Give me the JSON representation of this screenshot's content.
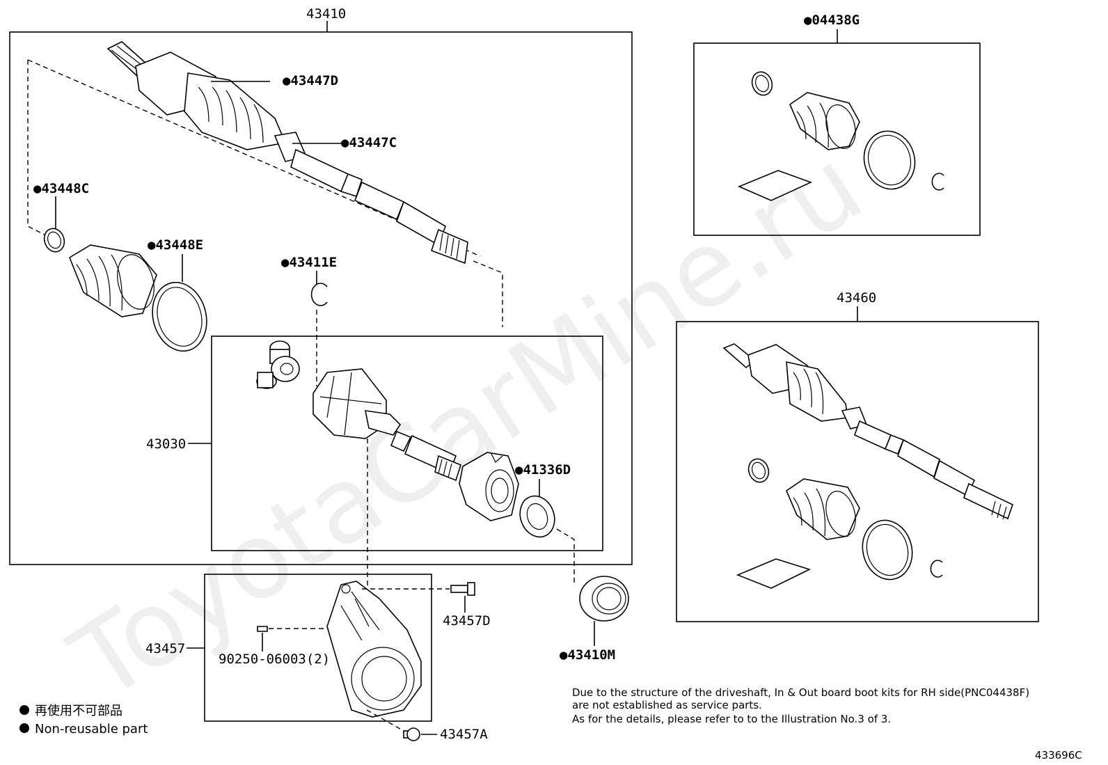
{
  "watermark": "ToyotaCarMine.ru",
  "diagram_code": "433696C",
  "legend": {
    "japanese": "再使用不可部品",
    "english": "Non-reusable part"
  },
  "note": {
    "line1": "Due to the structure of the driveshaft, In & Out board  boot kits for RH side(PNC04438F)",
    "line2": "are not established as service parts.",
    "line3": "As for the details, please refer to to the Illustration No.3 of 3."
  },
  "parts": {
    "p43410": "43410",
    "p43447D": "43447D",
    "p43447C": "43447C",
    "p43448C": "43448C",
    "p43448E": "43448E",
    "p43411E": "43411E",
    "p43030": "43030",
    "p41336D": "41336D",
    "p43457D": "43457D",
    "p43457": "43457",
    "p90250": "90250-06003(2)",
    "p43410M": "43410M",
    "p43457A": "43457A",
    "p04438G": "04438G",
    "p43460": "43460"
  }
}
